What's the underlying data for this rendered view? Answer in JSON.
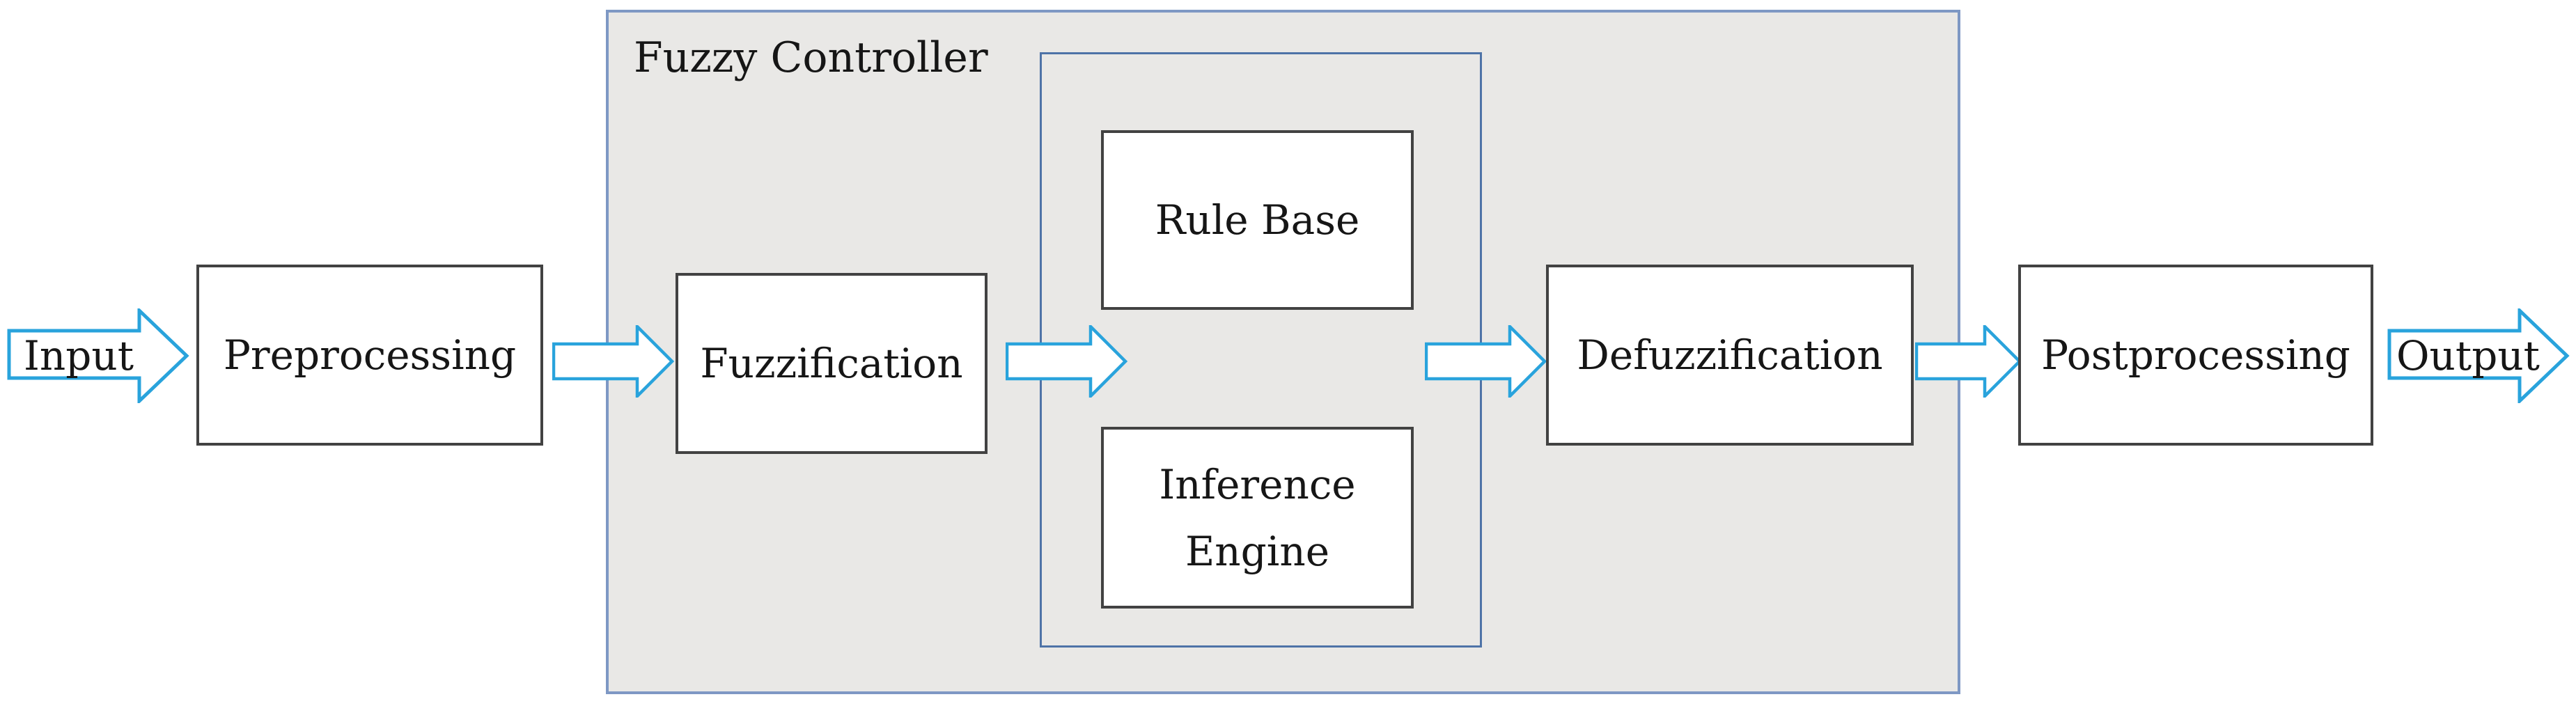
{
  "diagram": {
    "container_label": "Fuzzy Controller",
    "nodes": {
      "input": {
        "label": "Input"
      },
      "preprocessing": {
        "label": "Preprocessing"
      },
      "fuzzification": {
        "label": "Fuzzification"
      },
      "rule_base": {
        "label": "Rule Base"
      },
      "inference_engine": {
        "label": "Inference Engine"
      },
      "defuzzification": {
        "label": "Defuzzification"
      },
      "postprocessing": {
        "label": "Postprocessing"
      },
      "output": {
        "label": "Output"
      }
    },
    "connections": [
      {
        "from": "input",
        "to": "preprocessing"
      },
      {
        "from": "preprocessing",
        "to": "fuzzification"
      },
      {
        "from": "fuzzification",
        "to": "rule-inference-block"
      },
      {
        "from": "rule-inference-block",
        "to": "defuzzification"
      },
      {
        "from": "defuzzification",
        "to": "postprocessing"
      },
      {
        "from": "postprocessing",
        "to": "output"
      }
    ],
    "colors": {
      "arrow_stroke": "#29A3DC",
      "arrow_fill": "#FFFFFF",
      "box_border": "#424242",
      "box_fill": "#FFFFFF",
      "container_border": "#7E98C4",
      "container_fill": "#E9E8E6",
      "inner_container_border": "#4E73A7",
      "text": "#161616"
    }
  }
}
